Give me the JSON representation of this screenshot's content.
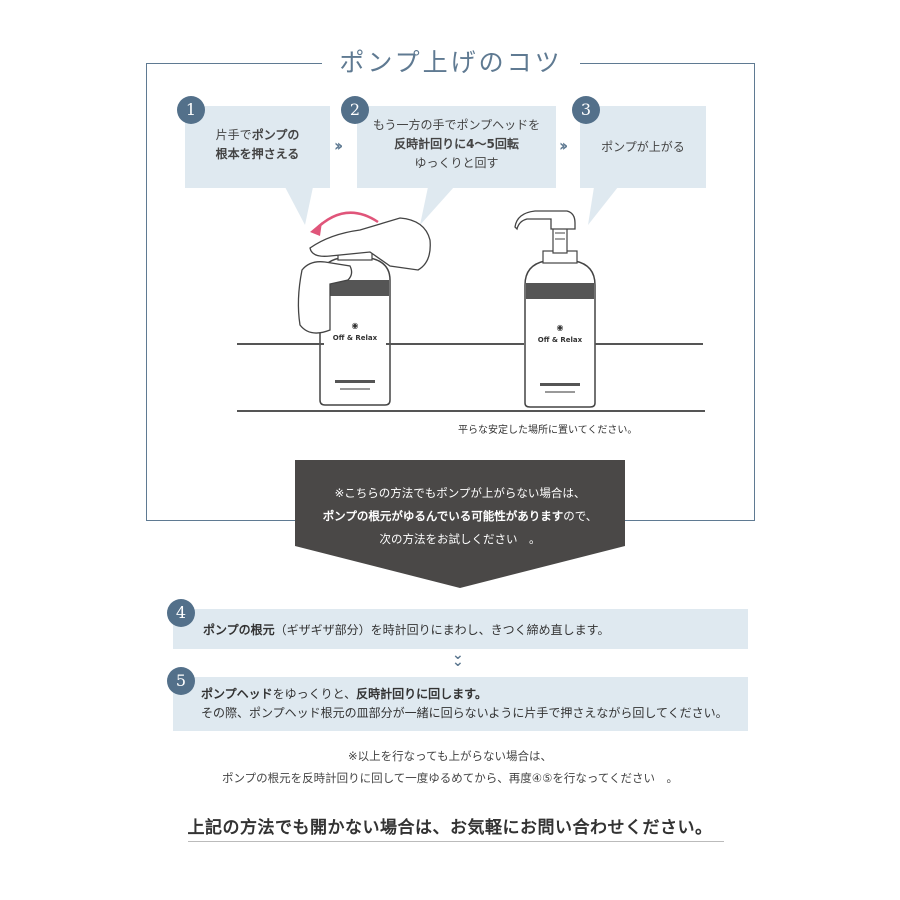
{
  "title": "ポンプ上げのコツ",
  "steps": [
    {
      "num": "1",
      "line1_a": "片手で",
      "line1_b": "ポンプの",
      "line2": "根本を押さえる"
    },
    {
      "num": "2",
      "line1": "もう一方の手でポンプヘッドを",
      "line2": "反時計回りに4〜5回転",
      "line3": "ゆっくりと回す"
    },
    {
      "num": "3",
      "line1": "ポンプが上がる"
    }
  ],
  "bottle_brand": "Off & Relax",
  "floor_caption": "平らな安定した場所に置いてください。",
  "warning": {
    "line1": "※こちらの方法でもポンプが上がらない場合は、",
    "line2_bold": "ポンプの根元がゆるんでいる可能性があります",
    "line2_rest": "ので、",
    "line3": "次の方法をお試しください　。"
  },
  "step4": {
    "num": "4",
    "bold": "ポンプの根元",
    "rest": "（ギザギザ部分）を時計回りにまわし、きつく締め直します。"
  },
  "step5": {
    "num": "5",
    "bold1": "ポンプヘッド",
    "mid": "をゆっくりと、",
    "bold2": "反時計回りに回します。",
    "line2": "その際、ポンプヘッド根元の皿部分が一緒に回らないように片手で押さえながら回してください。"
  },
  "note": {
    "line1": "※以上を行なっても上がらない場合は、",
    "line2": "ポンプの根元を反時計回りに回して一度ゆるめてから、再度④⑤を行なってください　。"
  },
  "footer": "上記の方法でも開かない場合は、お気軽にお問い合わせください。",
  "colors": {
    "accent": "#53708a",
    "box": "#dfe9f0",
    "dark": "#4a4847"
  }
}
